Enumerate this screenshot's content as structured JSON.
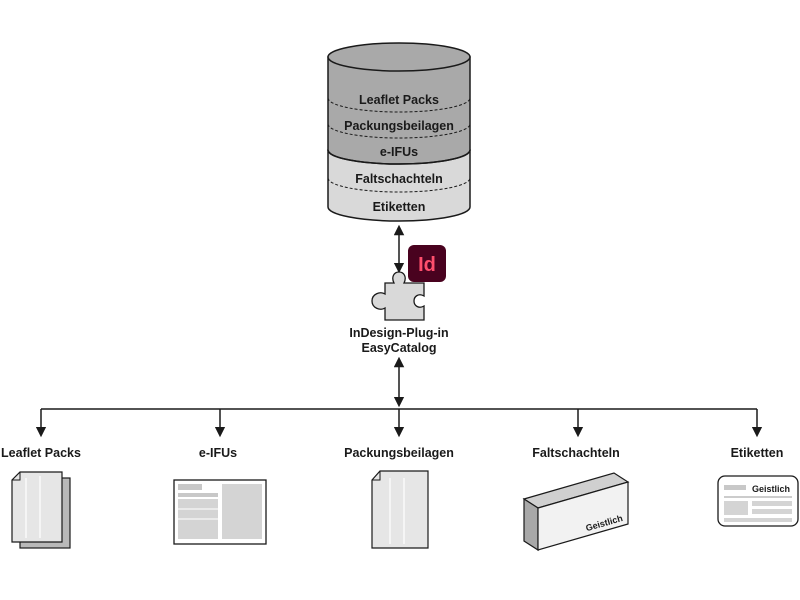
{
  "database": {
    "layers_top": [
      "Leaflet Packs",
      "Packungsbeilagen",
      "e-IFUs"
    ],
    "layers_bottom": [
      "Faltschachteln",
      "Etiketten"
    ]
  },
  "plugin": {
    "app_icon_label": "Id",
    "line1": "InDesign-Plug-in",
    "line2": "EasyCatalog"
  },
  "outputs": [
    {
      "label": "Leaflet Packs"
    },
    {
      "label": "e-IFUs"
    },
    {
      "label": "Packungsbeilagen"
    },
    {
      "label": "Faltschachteln",
      "box_text": "Geistlich"
    },
    {
      "label": "Etiketten",
      "tag_text": "Geistlich"
    }
  ],
  "colors": {
    "cylinder_dark": "#a9a9a9",
    "cylinder_light": "#d9d9d9",
    "indesign_bg": "#49021f",
    "indesign_fg": "#ff4f6d",
    "line": "#1a1a1a"
  }
}
